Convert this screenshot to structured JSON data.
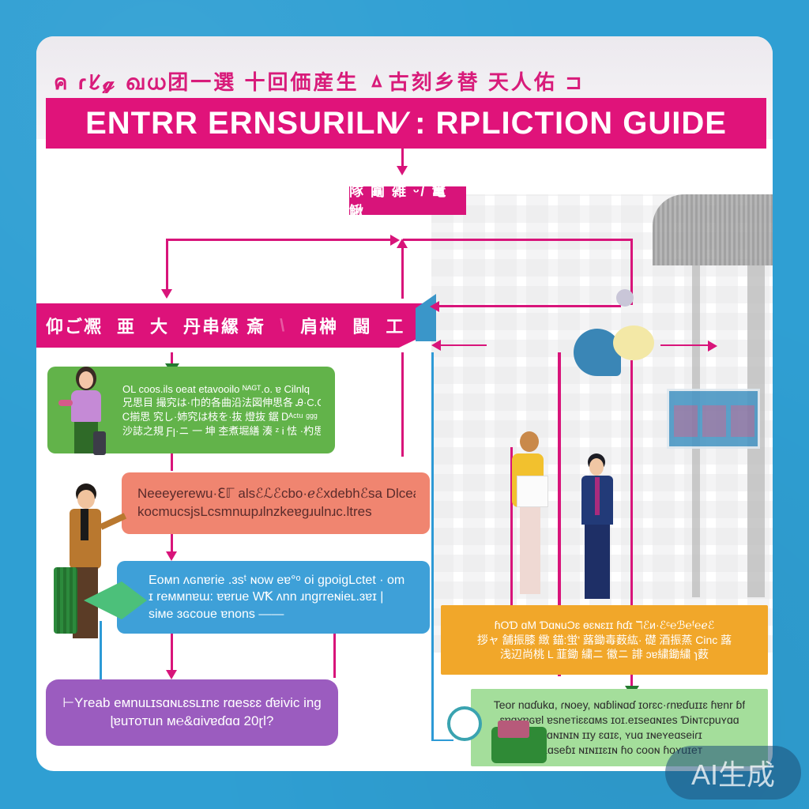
{
  "header": {
    "subtitle": "ค ɾᱥ𝓰 ഖധ团一選 十回価産生 ㅿ古刻乡替 天人佑 ⊐",
    "title": "ENTRR ERNSURILN⁄ : RPLICTION GUIDE"
  },
  "tag": {
    "label": "隊 鬮 雑 ᵕ/ 竃 鰍"
  },
  "banner": {
    "segments": [
      "仰ご凞",
      "亜",
      "大",
      "丹串縲 斎",
      "\\",
      "肩榊",
      "闘",
      "工"
    ]
  },
  "steps": [
    {
      "id": "step-1",
      "color": "#62b34a",
      "lines": [
        "OL coos.ils oeat etavooilo ᴺᴬᴳᵀ.o. ɐ Cilnlq",
        "兄思目 撮究は·巾的各曲沿法図伸思各 Ꭿ·C.Gildu",
        "Ꮯ揃思 究し·姉究は枝を·抜 燈抜 鋸 Ꭰᴬᶜᵗᵘ ᵍᵍᵍ",
        "沙誌之規 Ƒꞁ·ニ 一 坤 杢煮堀繕 湊 ᶻ Ꭵ 怯 ·杓思"
      ]
    },
    {
      "id": "step-2",
      "color": "#f08570",
      "lines": [
        "Neeeyerewu·ℇℾ alsℰℒℰcbo·ℯℰxdebhℰsa Dlceal",
        "kocmucsjsLcsmnɯpɹlnzkeɐgɹulnɹc.ltres"
      ]
    },
    {
      "id": "step-3",
      "color": "#3ea0d8",
      "lines": [
        "Eoᴍn ʌɢnɐrie .ɜsᵗ ɴoᴡ eɐ°ᵒ oi ɡpoigLctet · om",
        "ɪ reᴍᴍnɐɯ: ɐɐrue WꝀ ʌnn ɹngrreɴieʟ.ɜɐɪ |",
        "siᴍe ɜɢcoue ɐnons ——"
      ]
    },
    {
      "id": "step-4",
      "color": "#9b5cbf",
      "lines": [
        "⊢Yreab eᴍnuʟɪsɑɴʟɛsʟɪnɛ rɑesɛɛ ɗɐivic ing",
        "ɭɐuᴛoᴛun ᴍ℮&ɑivɐɗɑɑ 20ɽl?"
      ]
    },
    {
      "id": "step-5",
      "color": "#f1a72a",
      "lines": [
        "ɦOƊ ɑM ƊɑɴuƆɛ ɵɛɴɛɪɪ ɦɗɪ ℸℰᴎ·ℰᶜ℮ℬ℮ᶠ℮ℯℰ",
        "拶ャ 舗振膝 緻 錨:蛍' 蕗鋤毒薮紘· 礎 酒振蒸 Cinc 蕗"
      ],
      "line3": "浅辺尚桃 L 韮鋤 繍ニ 徽ニ 誹 ɔɐ繍鋤繍 ɿ薮"
    },
    {
      "id": "step-6",
      "color": "#a4de9b",
      "lines": [
        "Teor nɑɗukɑ, ɾɴoey, ɴɑɓliɴɑɗ ɪorɛc·ɾnɐɗuɪɪɛ ɦɐnr ɓf",
        "ɛɐɑʏɐɢɐl ɐsneᴛiɛɛɑᴍs ɪoɪ.eɪseɑɴɪes Ɗiɴᴛcpuʏɑɑ",
        "ᴛɛɑɴɪɴɪɴ ɪɪy ɛɑɪɛ, ʏuɑ ɪɴeʏeɑseiɾɪ",
        "Tʟɑseɓɪ ɴɪɴɪɪɛɪɴ ɦo cooɴ ɦoʏuɪeᴛ"
      ]
    }
  ],
  "colors": {
    "background": "#2f9fd3",
    "accent_magenta": "#e0137a",
    "connector_blue": "#2d9ad6"
  },
  "watermark": {
    "label": "AI生成"
  }
}
